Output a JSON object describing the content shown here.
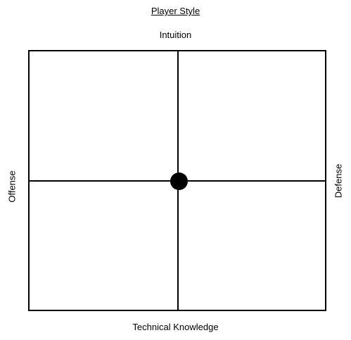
{
  "diagram": {
    "title": "Player Style",
    "axes": {
      "top": "Intuition",
      "bottom": "Technical Knowledge",
      "left": "Offense",
      "right": "Defense"
    },
    "marker": {
      "position": "center",
      "color": "#000000"
    }
  }
}
